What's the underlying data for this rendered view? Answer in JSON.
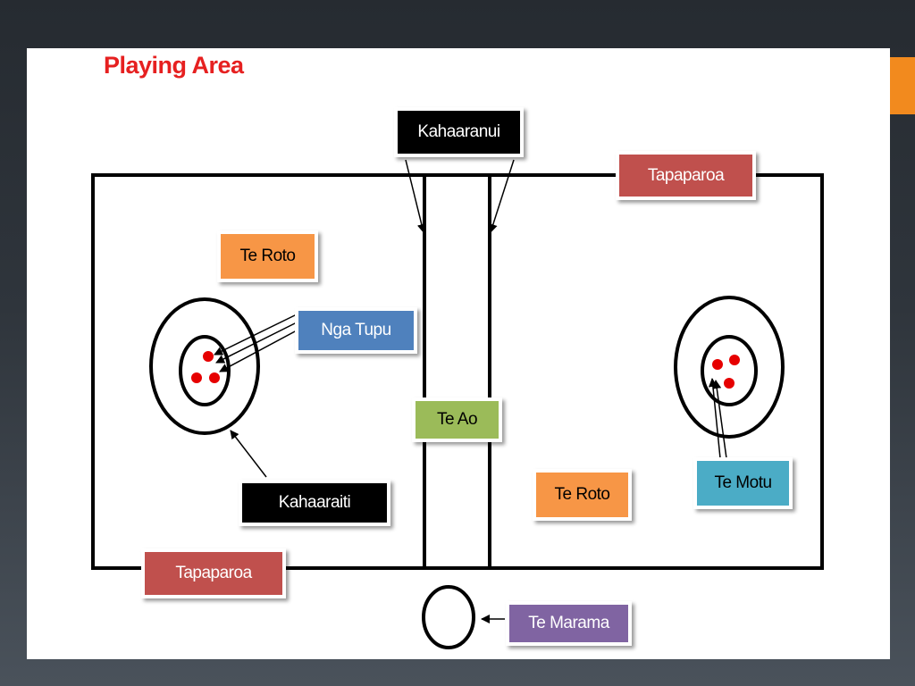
{
  "slide": {
    "title": "Playing Area",
    "accent_color": "#f28a1e",
    "title_color": "#e62020"
  },
  "labels": {
    "kahaaranui": {
      "text": "Kahaaranui",
      "fill": "#000000",
      "text_color": "#ffffff"
    },
    "tapaparoa_top": {
      "text": "Tapaparoa",
      "fill": "#c0504d",
      "text_color": "#ffffff"
    },
    "te_roto_left": {
      "text": "Te Roto",
      "fill": "#f79646",
      "text_color": "#000000"
    },
    "nga_tupu": {
      "text": "Nga Tupu",
      "fill": "#4f81bd",
      "text_color": "#ffffff"
    },
    "te_ao": {
      "text": "Te Ao",
      "fill": "#9bbb59",
      "text_color": "#000000"
    },
    "kahaaraiti": {
      "text": "Kahaaraiti",
      "fill": "#000000",
      "text_color": "#ffffff"
    },
    "te_roto_right": {
      "text": "Te Roto",
      "fill": "#f79646",
      "text_color": "#000000"
    },
    "te_motu": {
      "text": "Te Motu",
      "fill": "#4bacc6",
      "text_color": "#000000"
    },
    "tapaparoa_bottom": {
      "text": "Tapaparoa",
      "fill": "#c0504d",
      "text_color": "#ffffff"
    },
    "te_marama": {
      "text": "Te Marama",
      "fill": "#8064a2",
      "text_color": "#ffffff"
    }
  },
  "stones_color": "#e60000"
}
